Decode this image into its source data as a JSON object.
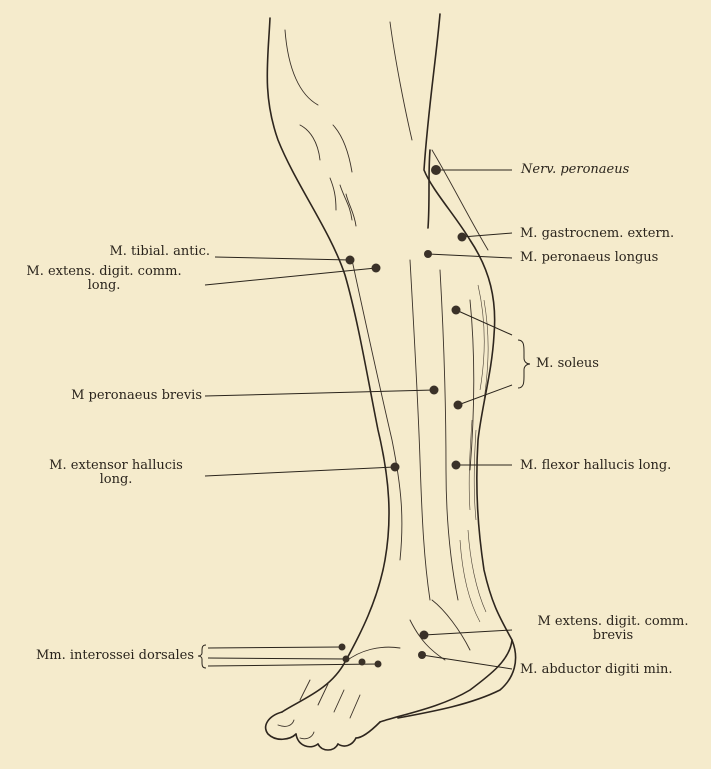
{
  "labels": {
    "nerv_peronaeus": "Nerv. peronaeus",
    "gastrocnem_extern": "M. gastrocnem. extern.",
    "peronaeus_longus": "M. peronaeus longus",
    "tibial_antic": "M. tibial. antic.",
    "extens_digit_comm_long_1": "M. extens. digit. comm.",
    "extens_digit_comm_long_2": "long.",
    "soleus": "M. soleus",
    "peronaeus_brevis": "M  peronaeus brevis",
    "extensor_hallucis_long_1": "M. extensor hallucis",
    "extensor_hallucis_long_2": "long.",
    "flexor_hallucis_long": "M. flexor hallucis long.",
    "extens_digit_comm_brevis_1": "M  extens. digit. comm.",
    "extens_digit_comm_brevis_2": "brevis",
    "interossei_dorsales": "Mm. interossei dorsales",
    "abductor_digiti_min": "M. abductor digiti min."
  },
  "colors": {
    "background": "#f5ebcc",
    "ink": "#2a241c"
  }
}
